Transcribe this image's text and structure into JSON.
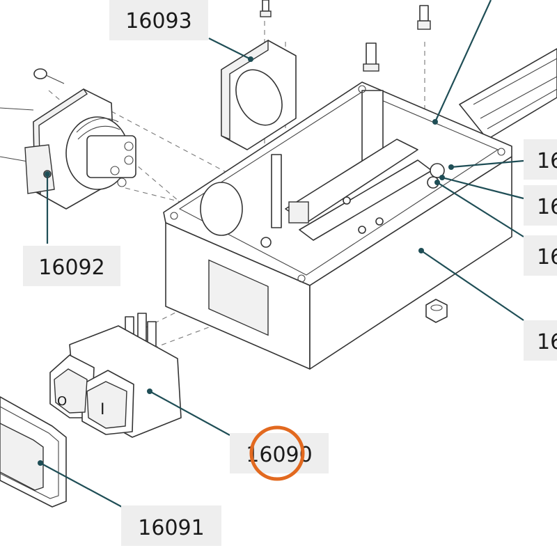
{
  "callouts": [
    {
      "id": "16093",
      "label": "16093"
    },
    {
      "id": "16092",
      "label": "16092"
    },
    {
      "id": "16090",
      "label": "16090"
    },
    {
      "id": "16091",
      "label": "16091"
    },
    {
      "id": "cut-1",
      "label": "16"
    },
    {
      "id": "cut-2",
      "label": "16"
    },
    {
      "id": "cut-3",
      "label": "16"
    },
    {
      "id": "cut-4",
      "label": "16"
    }
  ],
  "switch_symbols": {
    "off": "O",
    "on": "I"
  },
  "highlight": {
    "target": "16090",
    "color": "#e2691f"
  },
  "colors": {
    "leader": "#1f4e56",
    "label_bg": "#eeeeee",
    "outline": "#333333"
  }
}
